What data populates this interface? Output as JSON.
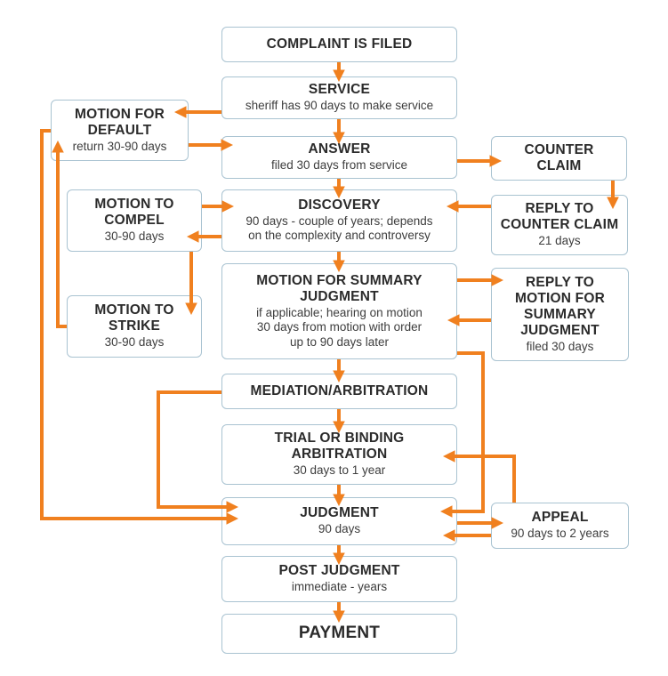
{
  "colors": {
    "arrow": "#F0801F",
    "node_border": "#A9C3D1",
    "node_fill": "#FFFFFF",
    "title_text": "#2B2B2B",
    "subtitle_text": "#3D3D3D"
  },
  "nodes": {
    "complaint": {
      "title": "COMPLAINT IS FILED"
    },
    "service": {
      "title": "SERVICE",
      "subtitle": "sheriff has 90 days to make service"
    },
    "answer": {
      "title": "ANSWER",
      "subtitle": "filed 30 days from service"
    },
    "discovery": {
      "title": "DISCOVERY",
      "subtitle": "90 days - couple of years; depends\non the complexity and controversy"
    },
    "summary_judgment": {
      "title": "MOTION FOR SUMMARY\nJUDGMENT",
      "subtitle": "if applicable; hearing on motion\n30 days from motion with order\nup to 90 days later"
    },
    "mediation": {
      "title": "MEDIATION/ARBITRATION"
    },
    "trial": {
      "title": "TRIAL OR BINDING\nARBITRATION",
      "subtitle": "30 days to 1 year"
    },
    "judgment": {
      "title": "JUDGMENT",
      "subtitle": "90 days"
    },
    "post_judgment": {
      "title": "POST JUDGMENT",
      "subtitle": "immediate - years"
    },
    "payment": {
      "title": "PAYMENT"
    },
    "motion_default": {
      "title": "MOTION FOR\nDEFAULT",
      "subtitle": "return 30-90 days"
    },
    "motion_compel": {
      "title": "MOTION TO\nCOMPEL",
      "subtitle": "30-90 days"
    },
    "motion_strike": {
      "title": "MOTION TO\nSTRIKE",
      "subtitle": "30-90 days"
    },
    "counter_claim": {
      "title": "COUNTER\nCLAIM"
    },
    "reply_counter_claim": {
      "title": "REPLY TO\nCOUNTER CLAIM",
      "subtitle": "21 days"
    },
    "reply_summary_judgment": {
      "title": "REPLY TO\nMOTION FOR\nSUMMARY\nJUDGMENT",
      "subtitle": "filed 30 days"
    },
    "appeal": {
      "title": "APPEAL",
      "subtitle": "90 days to 2 years"
    }
  },
  "edges": [
    {
      "from": "complaint",
      "to": "service"
    },
    {
      "from": "service",
      "to": "answer"
    },
    {
      "from": "answer",
      "to": "discovery"
    },
    {
      "from": "discovery",
      "to": "summary_judgment"
    },
    {
      "from": "summary_judgment",
      "to": "mediation"
    },
    {
      "from": "mediation",
      "to": "trial"
    },
    {
      "from": "trial",
      "to": "judgment"
    },
    {
      "from": "judgment",
      "to": "post_judgment"
    },
    {
      "from": "post_judgment",
      "to": "payment"
    },
    {
      "from": "service",
      "to": "motion_default"
    },
    {
      "from": "motion_default",
      "to": "answer"
    },
    {
      "from": "answer",
      "to": "counter_claim"
    },
    {
      "from": "counter_claim",
      "to": "reply_counter_claim"
    },
    {
      "from": "reply_counter_claim",
      "to": "discovery"
    },
    {
      "from": "motion_compel",
      "to": "discovery"
    },
    {
      "from": "discovery",
      "to": "motion_compel"
    },
    {
      "from": "motion_compel",
      "to": "motion_strike"
    },
    {
      "from": "motion_strike",
      "to": "motion_default"
    },
    {
      "from": "summary_judgment",
      "to": "reply_summary_judgment"
    },
    {
      "from": "reply_summary_judgment",
      "to": "summary_judgment"
    },
    {
      "from": "summary_judgment",
      "to": "judgment"
    },
    {
      "from": "mediation",
      "to": "judgment"
    },
    {
      "from": "motion_default",
      "to": "judgment"
    },
    {
      "from": "judgment",
      "to": "appeal"
    },
    {
      "from": "appeal",
      "to": "judgment"
    },
    {
      "from": "appeal",
      "to": "trial"
    }
  ]
}
